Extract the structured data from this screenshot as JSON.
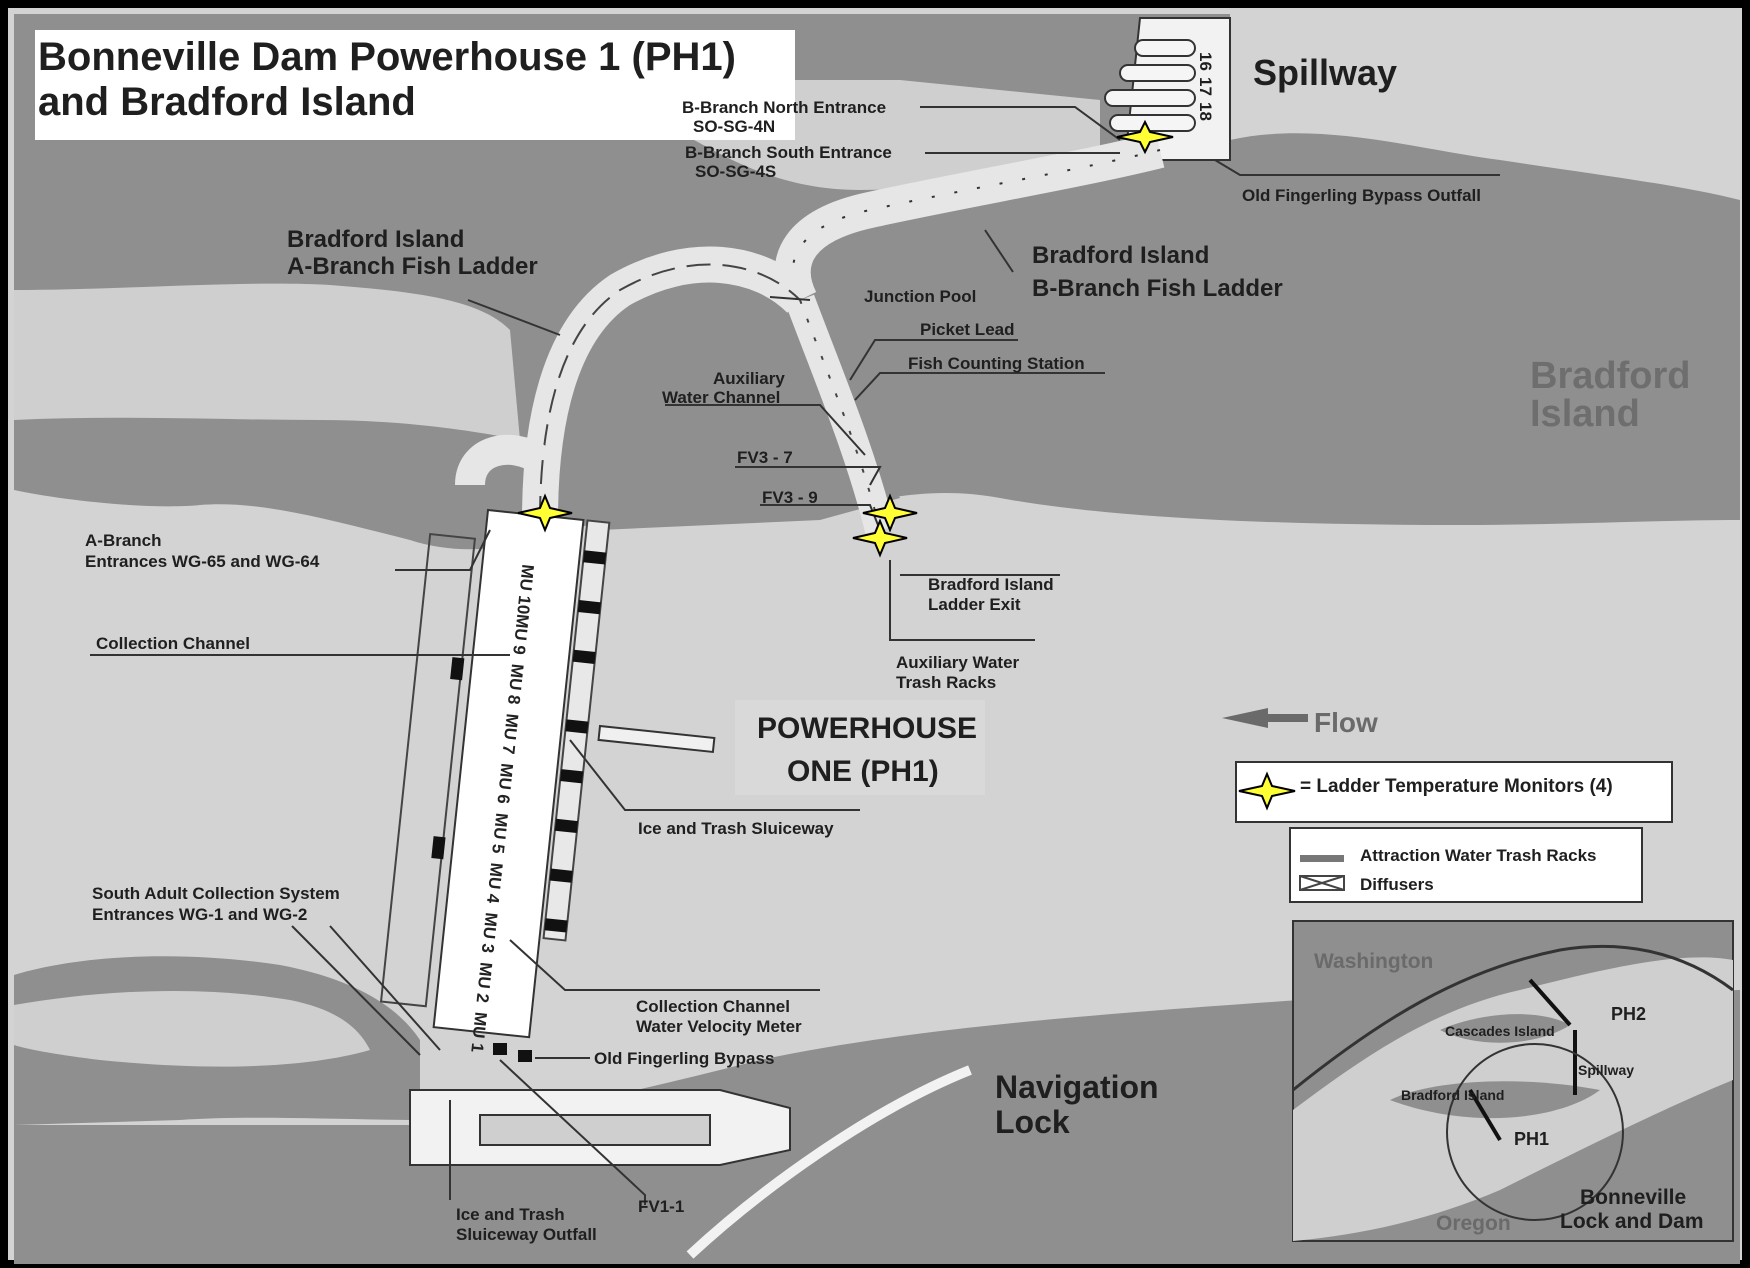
{
  "title": {
    "line1": "Bonneville Dam Powerhouse 1 (PH1)",
    "line2": "and Bradford Island"
  },
  "labels": {
    "spillway": "Spillway",
    "gate16": "16",
    "gate17": "17",
    "gate18": "18",
    "b_north_1": "B-Branch North Entrance",
    "b_north_2": "SO-SG-4N",
    "b_south_1": "B-Branch South Entrance",
    "b_south_2": "SO-SG-4S",
    "old_fingerling_outfall": "Old Fingerling Bypass Outfall",
    "a_ladder_1": "Bradford Island",
    "a_ladder_2": "A-Branch Fish Ladder",
    "b_ladder_1": "Bradford Island",
    "b_ladder_2": "B-Branch Fish Ladder",
    "junction_pool": "Junction Pool",
    "picket_lead": "Picket Lead",
    "fish_counting": "Fish Counting Station",
    "aux_channel_1": "Auxiliary",
    "aux_channel_2": "Water Channel",
    "bradford_island_1": "Bradford",
    "bradford_island_2": "Island",
    "fv3_7": "FV3 - 7",
    "fv3_9": "FV3 - 9",
    "a_branch_1": "A-Branch",
    "a_branch_2": "Entrances WG-65 and WG-64",
    "ladder_exit_1": "Bradford Island",
    "ladder_exit_2": "Ladder Exit",
    "collection_channel": "Collection Channel",
    "aux_racks_1": "Auxiliary Water",
    "aux_racks_2": "Trash Racks",
    "powerhouse_1": "POWERHOUSE",
    "powerhouse_2": "ONE (PH1)",
    "flow": "Flow",
    "ice_sluiceway": "Ice and Trash Sluiceway",
    "south_adult_1": "South Adult Collection System",
    "south_adult_2": "Entrances WG-1 and WG-2",
    "velocity_1": "Collection Channel",
    "velocity_2": "Water Velocity Meter",
    "old_fingerling": "Old Fingerling Bypass",
    "nav_lock_1": "Navigation",
    "nav_lock_2": "Lock",
    "fv1_1": "FV1-1",
    "sluice_outfall_1": "Ice and Trash",
    "sluice_outfall_2": "Sluiceway Outfall"
  },
  "units": [
    "MU 1",
    "MU 2",
    "MU 3",
    "MU 4",
    "MU 5",
    "MU 6",
    "MU 7",
    "MU 8",
    "MU 9",
    "MU 10"
  ],
  "legend": {
    "monitor": "= Ladder Temperature Monitors (4)",
    "racks": "Attraction Water Trash Racks",
    "diffusers": "Diffusers"
  },
  "inset": {
    "washington": "Washington",
    "cascades": "Cascades Island",
    "ph2": "PH2",
    "spillway": "Spillway",
    "bradford": "Bradford Island",
    "ph1": "PH1",
    "bonneville_1": "Bonneville",
    "bonneville_2": "Lock and Dam",
    "oregon": "Oregon"
  },
  "colors": {
    "land": "#8f8f8f",
    "water": "#cfcfcf",
    "structure": "#e6e6e6",
    "monitor_star": "#ffff33"
  }
}
